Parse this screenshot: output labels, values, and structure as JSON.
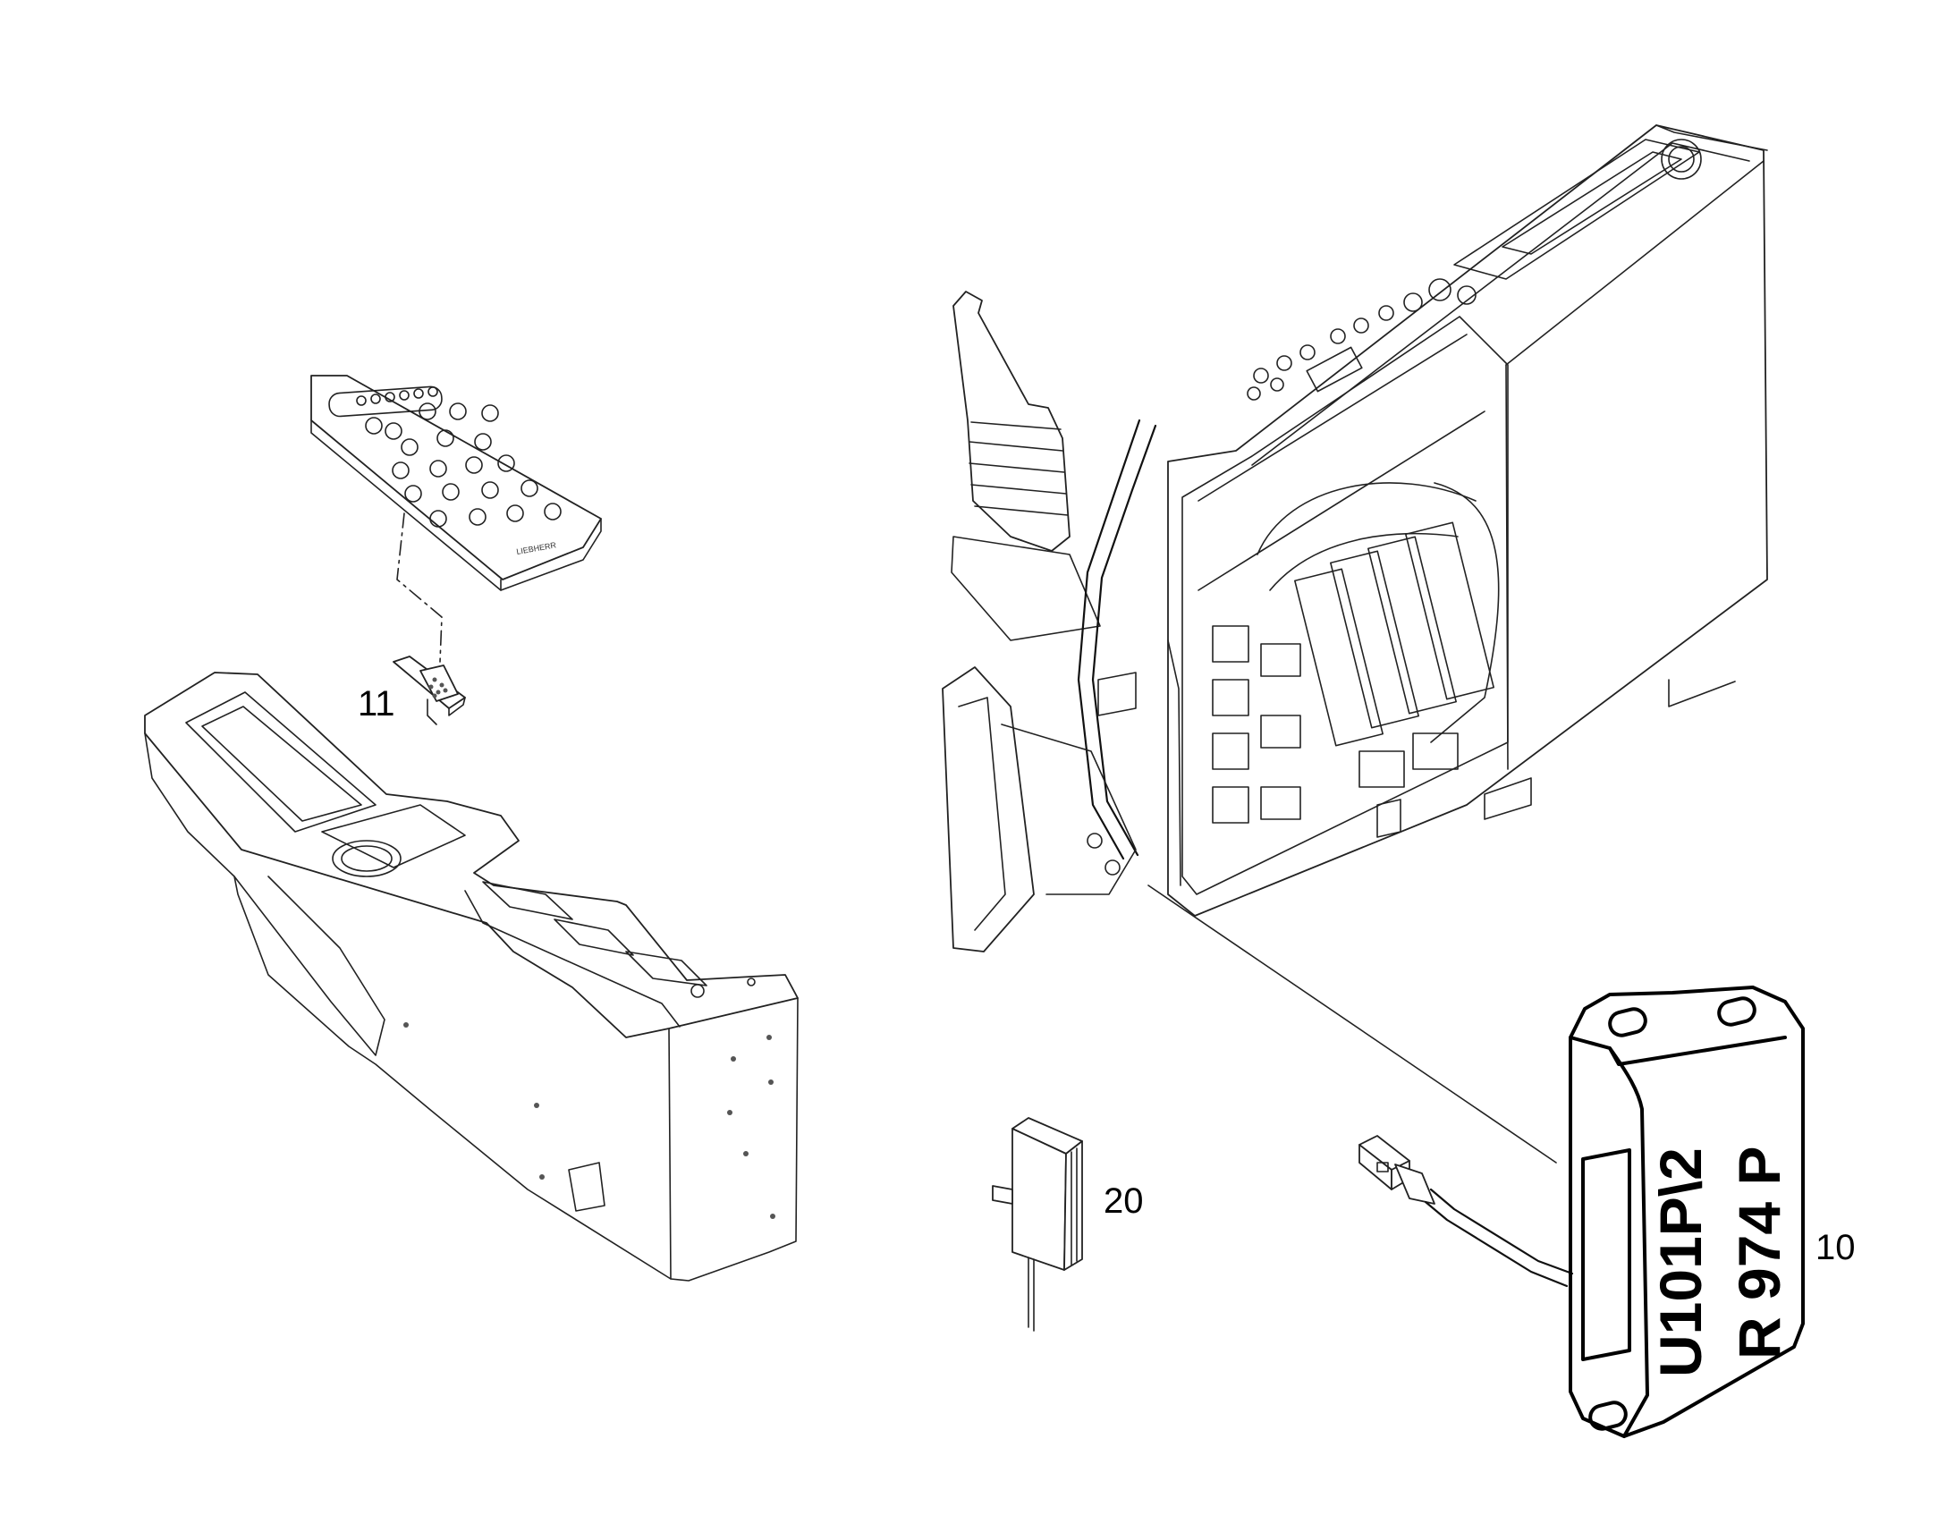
{
  "callouts": {
    "connector": "11",
    "main_module": "10",
    "small_module": "20"
  },
  "module_label": {
    "line1": "U101P\\2",
    "line2": "R 974 P"
  },
  "keypad_brand": "LIEBHERR"
}
